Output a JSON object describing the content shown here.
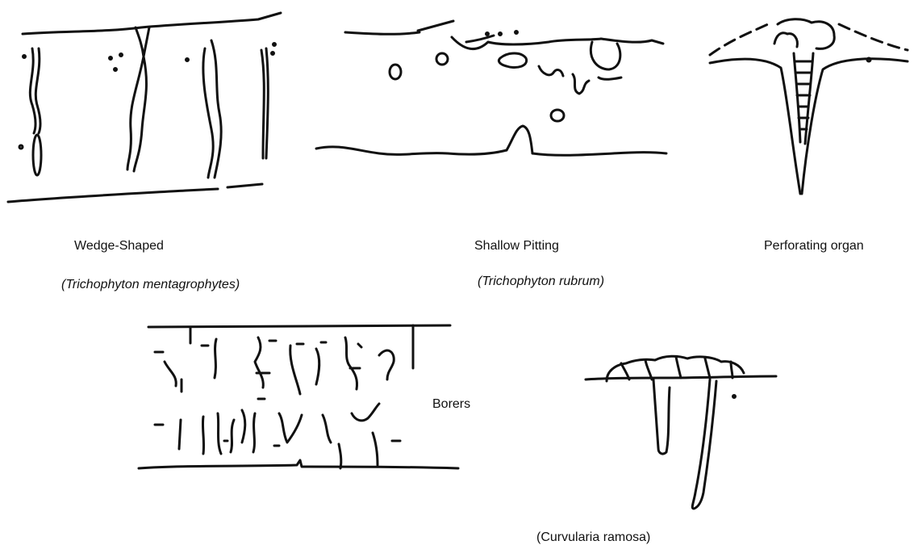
{
  "labels": {
    "wedge": "Wedge-Shaped",
    "wedge_species": "(Trichophyton  mentagrophytes)",
    "shallow": "Shallow Pitting",
    "shallow_species": "(Trichophyton rubrum)",
    "perforating": "Perforating organ",
    "borers": "Borers",
    "curvularia": "(Curvularia ramosa)"
  }
}
